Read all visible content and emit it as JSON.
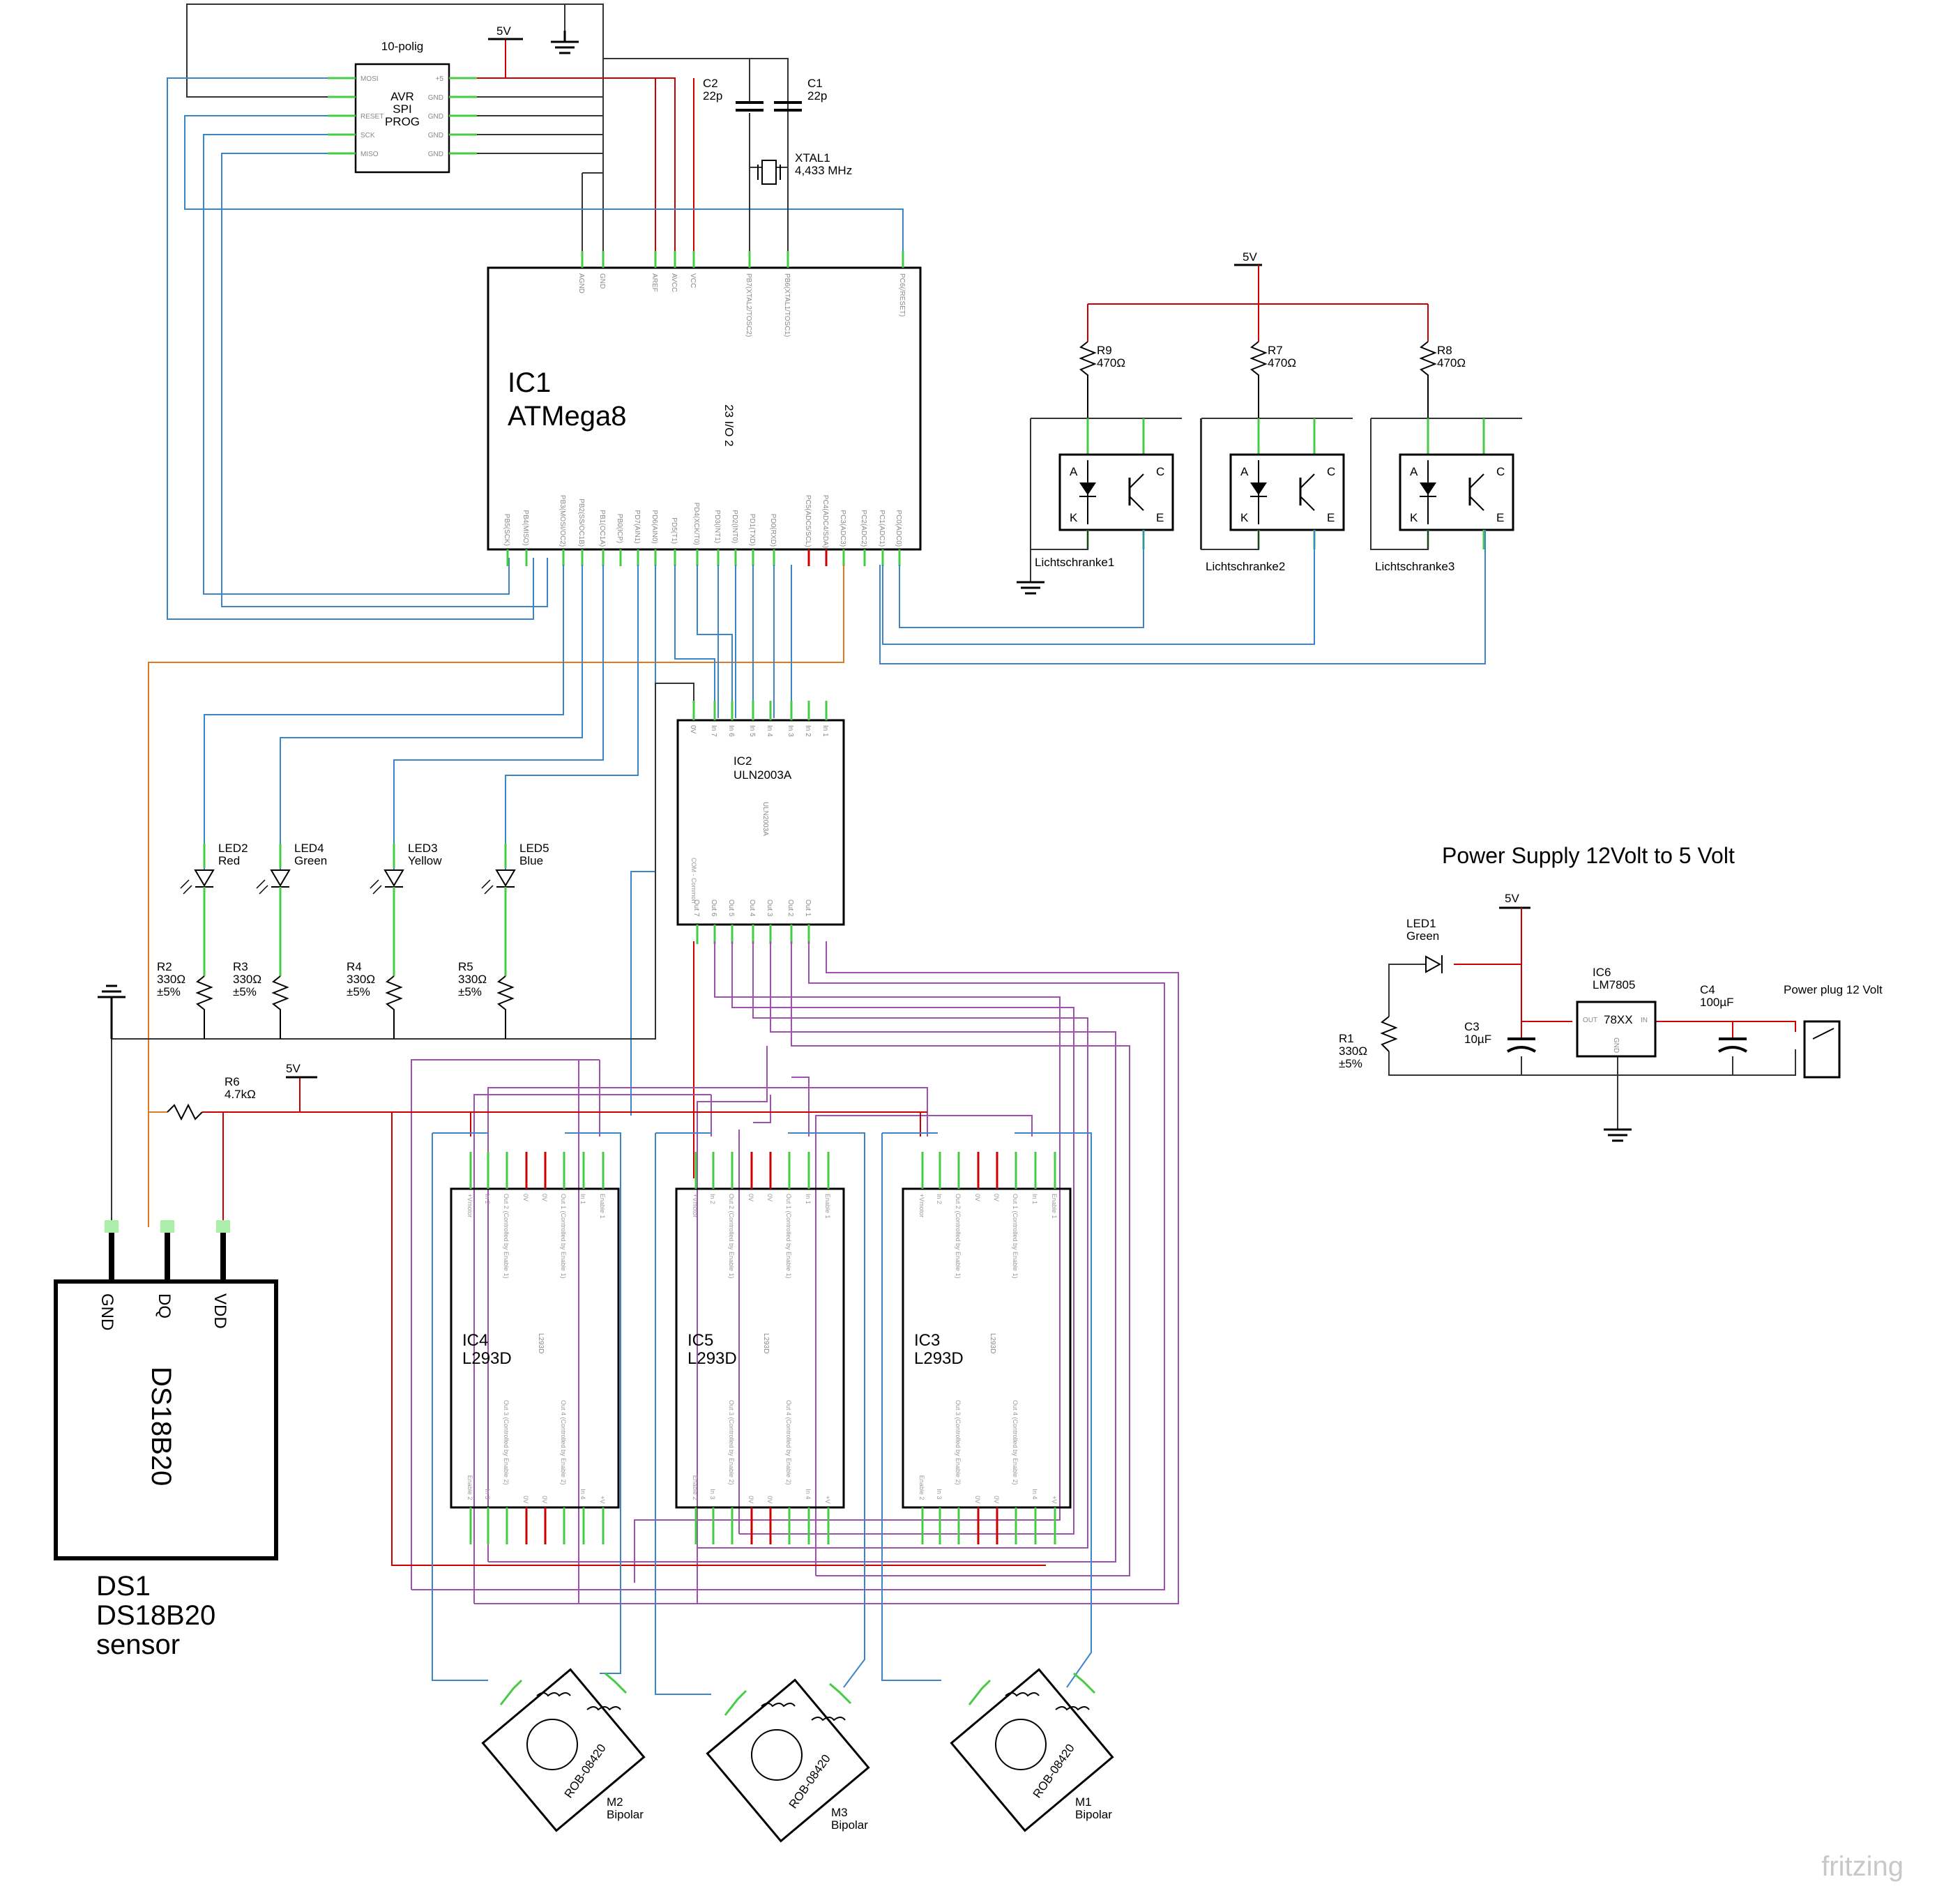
{
  "connector": {
    "title": "10-polig",
    "name_lines": [
      "AVR",
      "SPI",
      "PROG"
    ],
    "left_pins": [
      "MOSI",
      "",
      "RESET",
      "SCK",
      "MISO"
    ],
    "right_pins": [
      "+5",
      "GND",
      "GND",
      "GND",
      "GND"
    ]
  },
  "supply_5v": "5V",
  "capacitors": {
    "c2_name": "C2",
    "c2_value": "22p",
    "c1_name": "C1",
    "c1_value": "22p"
  },
  "crystal": {
    "name": "XTAL1",
    "value": "4,433 MHz"
  },
  "ic1": {
    "name": "IC1",
    "part": "ATMega8",
    "side_text": "23 I/O 2",
    "top_pins": [
      "AGND",
      "GND",
      "AREF",
      "AVCC",
      "VCC",
      "PB7(XTAL2/TOSC2)",
      "PB6(XTAL1/TOSC1)",
      "PC6(/RESET)"
    ],
    "bottom_pins": [
      "PB5(SCK)",
      "PB4(MISO)",
      "PB3(MOSI/OC2)",
      "PB2(SS/OC1B)",
      "PB1(OC1A)",
      "PB0(ICP)",
      "PD7(AIN1)",
      "PD6(AIN0)",
      "PD5(T1)",
      "PD4(XCK/T0)",
      "PD3(INT1)",
      "PD2(INT0)",
      "PD1(TXD)",
      "PD0(RXD)",
      "PC5(ADC5/SCL)",
      "PC4(ADC4/SDA)",
      "PC3(ADC3)",
      "PC2(ADC2)",
      "PC1(ADC1)",
      "PC0(ADC0)"
    ]
  },
  "photo_resistors": [
    {
      "name": "R9",
      "value": "470Ω"
    },
    {
      "name": "R7",
      "value": "470Ω"
    },
    {
      "name": "R8",
      "value": "470Ω"
    }
  ],
  "lichtschranken": [
    {
      "name": "Lichtschranke1",
      "a": "A",
      "k": "K",
      "c": "C",
      "e": "E"
    },
    {
      "name": "Lichtschranke2",
      "a": "A",
      "k": "K",
      "c": "C",
      "e": "E"
    },
    {
      "name": "Lichtschranke3",
      "a": "A",
      "k": "K",
      "c": "C",
      "e": "E"
    }
  ],
  "ic2": {
    "name": "IC2",
    "part": "ULN2003A",
    "vertical_label": "ULN2003A",
    "com_label": "COM - Common",
    "top_pins": [
      "0V",
      "In 7",
      "In 6",
      "In 5",
      "In 4",
      "In 3",
      "In 2",
      "In 1"
    ],
    "bottom_pins": [
      "Out 7",
      "Out 6",
      "Out 5",
      "Out 4",
      "Out 3",
      "Out 2",
      "Out 1"
    ]
  },
  "leds": [
    {
      "name": "LED2",
      "color": "Red"
    },
    {
      "name": "LED4",
      "color": "Green"
    },
    {
      "name": "LED3",
      "color": "Yellow"
    },
    {
      "name": "LED5",
      "color": "Blue"
    }
  ],
  "led_resistors": [
    {
      "name": "R2",
      "value": "330Ω",
      "tol": "±5%"
    },
    {
      "name": "R3",
      "value": "330Ω",
      "tol": "±5%"
    },
    {
      "name": "R4",
      "value": "330Ω",
      "tol": "±5%"
    },
    {
      "name": "R5",
      "value": "330Ω",
      "tol": "±5%"
    }
  ],
  "r6": {
    "name": "R6",
    "value": "4.7kΩ"
  },
  "drivers": [
    {
      "name": "IC4",
      "part": "L293D"
    },
    {
      "name": "IC5",
      "part": "L293D"
    },
    {
      "name": "IC3",
      "part": "L293D"
    }
  ],
  "driver_pins": {
    "top": [
      "+Vmotor",
      "In 2",
      "Out 2 (Controlled by Enable 1)",
      "0V",
      "0V",
      "Out 1 (Controlled by Enable 1)",
      "In 1",
      "Enable 1"
    ],
    "bottom": [
      "Enable 2",
      "In 3",
      "Out 3 (Controlled by Enable 2)",
      "0V",
      "0V",
      "Out 4 (Controlled by Enable 2)",
      "In 4",
      "+V"
    ],
    "vertical_label": "L293D"
  },
  "sensor": {
    "pins": [
      "GND",
      "DQ",
      "VDD"
    ],
    "body": "DS18B20",
    "caption": [
      "DS1",
      "DS18B20",
      "sensor"
    ]
  },
  "motors": [
    {
      "name": "M2",
      "type": "Bipolar",
      "part": "ROB-08420"
    },
    {
      "name": "M3",
      "type": "Bipolar",
      "part": "ROB-08420"
    },
    {
      "name": "M1",
      "type": "Bipolar",
      "part": "ROB-08420"
    }
  ],
  "power_supply": {
    "title": "Power Supply 12Volt to 5 Volt",
    "led1_name": "LED1",
    "led1_color": "Green",
    "r1_name": "R1",
    "r1_value": "330Ω",
    "r1_tol": "±5%",
    "c3_name": "C3",
    "c3_value": "10µF",
    "ic6_name": "IC6",
    "ic6_part": "LM7805",
    "ic6_body": "78XX",
    "pin_out": "OUT",
    "pin_in": "IN",
    "pin_gnd": "GND",
    "c4_name": "C4",
    "c4_value": "100µF",
    "plug_label": "Power plug 12 Volt"
  },
  "watermark": "fritzing",
  "colors": {
    "red": "#cc0000",
    "blue": "#3a86c8",
    "purple": "#a050b0",
    "orange": "#e07820",
    "black": "#222222",
    "green": "#44cc44"
  }
}
